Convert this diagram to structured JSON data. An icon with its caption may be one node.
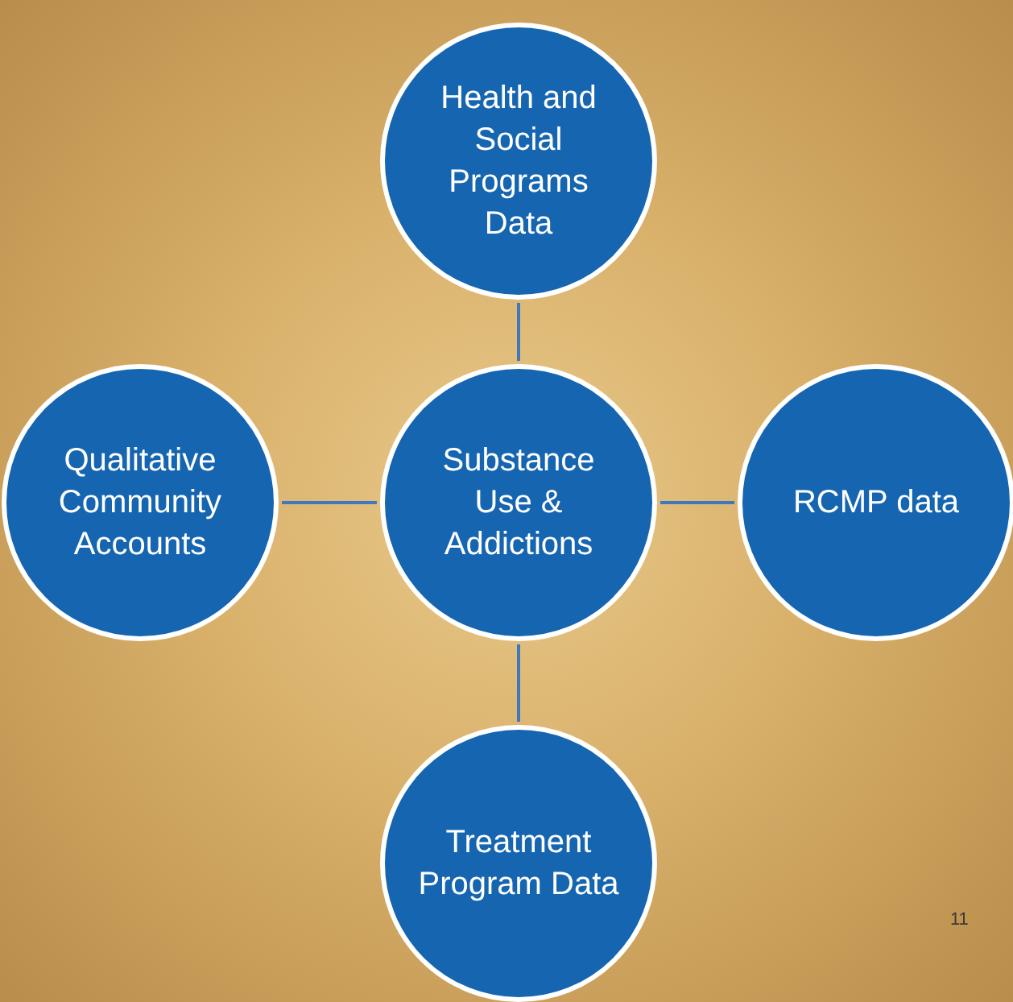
{
  "diagram": {
    "nodes": [
      {
        "text": [
          "Health and Social Programs Data"
        ]
      },
      {
        "text": [
          "Qualitative Community Accounts"
        ]
      },
      {
        "text": [
          "Substance Use & Addictions"
        ]
      },
      {
        "text": [
          "RCMP data"
        ]
      },
      {
        "text": [
          "Treatment Program Data"
        ]
      }
    ],
    "edges": [
      {
        "from": 2,
        "to": 0,
        "arrow": "none"
      },
      {
        "from": 2,
        "to": 1,
        "arrow": "none"
      },
      {
        "from": 2,
        "to": 3,
        "arrow": "none"
      },
      {
        "from": 2,
        "to": 4,
        "arrow": "none"
      }
    ],
    "labels": [
      "11"
    ]
  }
}
